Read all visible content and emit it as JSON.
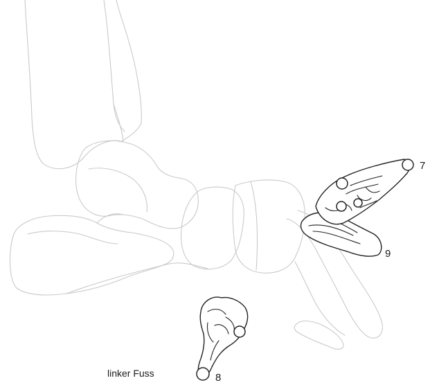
{
  "figure": {
    "caption": "linker Fuss",
    "callouts": [
      {
        "id": "7",
        "label": "7"
      },
      {
        "id": "8",
        "label": "8"
      },
      {
        "id": "9",
        "label": "9"
      }
    ]
  }
}
